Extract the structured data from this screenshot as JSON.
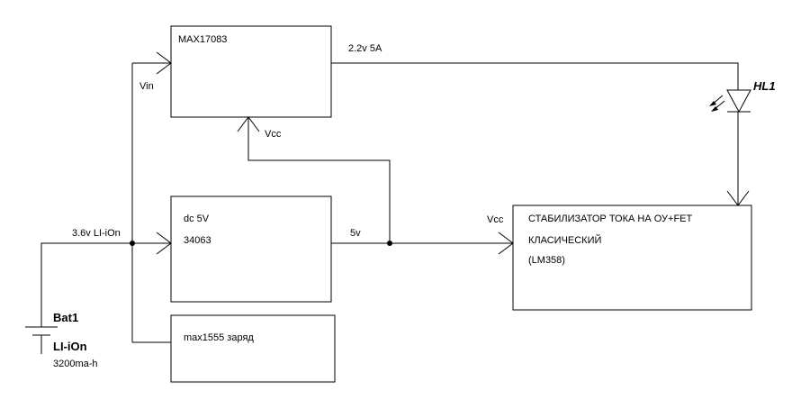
{
  "blocks": {
    "max17083": {
      "title": "MAX17083"
    },
    "dc5v": {
      "line1": "dc 5V",
      "line2": "34063"
    },
    "max1555": {
      "title": "max1555 заряд"
    },
    "stabilizer": {
      "line1": "СТАБИЛИЗАТОР ТОКА НА ОУ+FET",
      "line2": "КЛАСИЧЕСКИЙ",
      "line3": "(LM358)"
    }
  },
  "labels": {
    "vin": "Vin",
    "vcc_max": "Vcc",
    "vcc_stab": "Vcc",
    "out_22v": "2.2v 5A",
    "bus_36v": "3.6v LI-iOn",
    "out_5v": "5v"
  },
  "battery": {
    "name": "Bat1",
    "type": "LI-iOn",
    "capacity": "3200ma-h"
  },
  "led": {
    "name": "HL1"
  }
}
